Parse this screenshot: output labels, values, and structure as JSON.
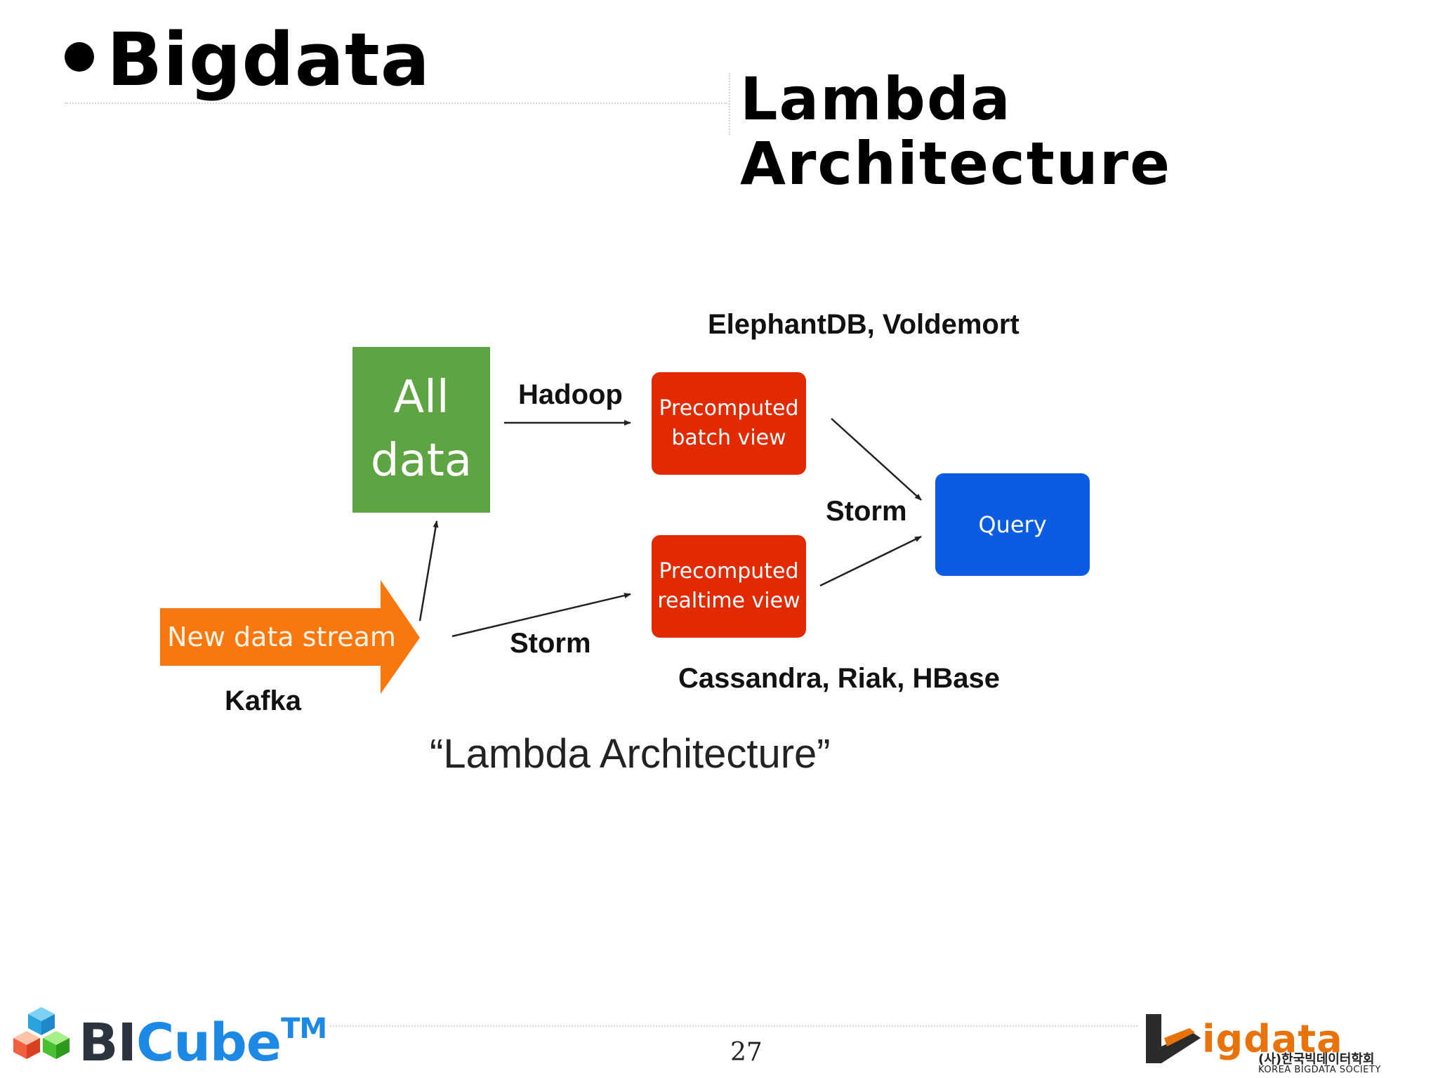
{
  "header": {
    "title": "Bigdata",
    "subtitle": "Lambda Architecture"
  },
  "diagram": {
    "all_data_line1": "All",
    "all_data_line2": "data",
    "batch_view_line1": "Precomputed",
    "batch_view_line2": "batch view",
    "realtime_view_line1": "Precomputed",
    "realtime_view_line2": "realtime view",
    "query": "Query",
    "new_data_stream": "New data stream",
    "label_hadoop": "Hadoop",
    "label_elephantdb": "ElephantDB, Voldemort",
    "label_storm_query": "Storm",
    "label_storm_realtime": "Storm",
    "label_cassandra": "Cassandra, Riak, HBase",
    "label_kafka": "Kafka",
    "caption": "“Lambda Architecture”"
  },
  "footer": {
    "page_number": "27",
    "bicube_bi": "BI",
    "bicube_cube": "Cube",
    "bicube_tm": "TM",
    "bigdata_word": "igdata",
    "society_kr": "(사)한국빅데이터학회",
    "society_en": "KOREA BIGDATA SOCIETY"
  },
  "colors": {
    "green_box": "#5fa443",
    "red_box": "#e12a00",
    "blue_box": "#0a5ce0",
    "orange_arrow": "#f8770f"
  }
}
